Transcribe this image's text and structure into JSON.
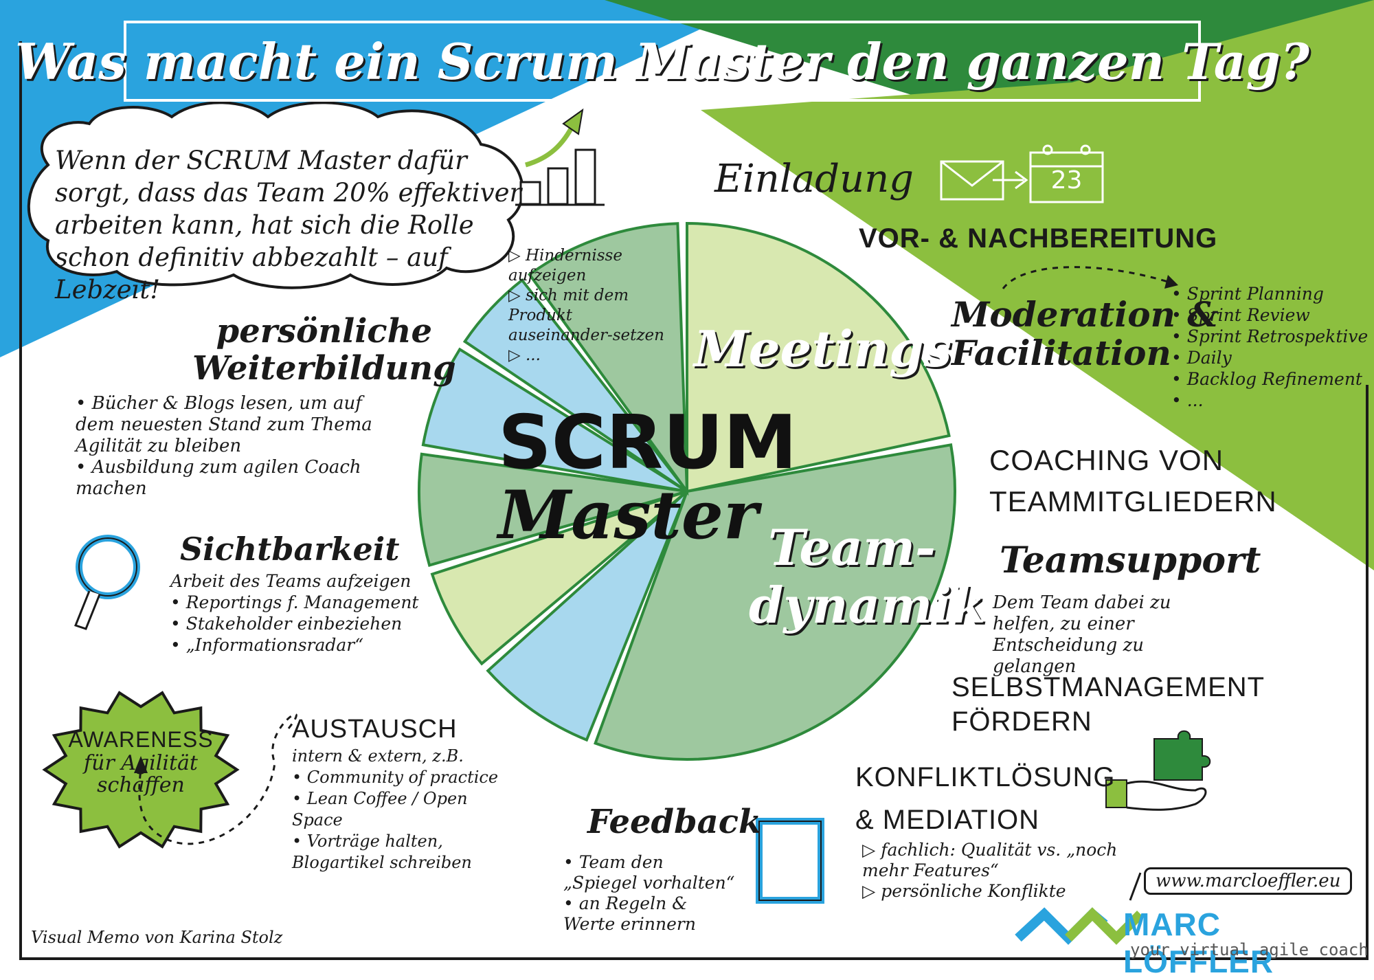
{
  "title": "Was macht ein Scrum Master den ganzen Tag?",
  "cloud_quote": "Wenn der SCRUM Master dafür sorgt, dass das Team 20% effektiver arbeiten kann, hat sich die Rolle schon definitiv abbezahlt – auf Lebzeit!",
  "center": {
    "line1": "SCRUM",
    "line2": "Master"
  },
  "segments": {
    "meetings": "Meetings",
    "team_line1": "Team-",
    "team_line2": "dynamik"
  },
  "segment_notes": [
    "Hindernisse aufzeigen",
    "sich mit dem Produkt auseinander-setzen",
    "..."
  ],
  "einladung": "Einladung",
  "calendar_day": "23",
  "vor_nach": "VOR- & NACHBEREITUNG",
  "moderation": {
    "line1": "Moderation &",
    "line2": "Facilitation"
  },
  "meeting_list": [
    "Sprint Planning",
    "Sprint Review",
    "Sprint Retrospektive",
    "Daily",
    "Backlog Refinement",
    "..."
  ],
  "coaching": {
    "line1": "COACHING VON",
    "line2": "TEAMMITGLIEDERN"
  },
  "teamsupport": {
    "title": "Teamsupport",
    "text": "Dem Team dabei zu helfen, zu einer Entscheidung zu gelangen"
  },
  "selbstmanagement": {
    "line1": "SELBSTMANAGEMENT",
    "line2": "FÖRDERN"
  },
  "konflikt": {
    "line1": "KONFLIKTLÖSUNG",
    "line2": "& MEDIATION",
    "items": [
      "fachlich: Qualität vs. „noch mehr Features“",
      "persönliche Konflikte"
    ]
  },
  "weiterbildung": {
    "line1": "persönliche",
    "line2": "Weiterbildung",
    "items": [
      "Bücher & Blogs lesen, um auf dem neuesten Stand zum Thema Agilität zu bleiben",
      "Ausbildung zum agilen Coach machen"
    ]
  },
  "sichtbarkeit": {
    "title": "Sichtbarkeit",
    "subtitle": "Arbeit des Teams aufzeigen",
    "items": [
      "Reportings f. Management",
      "Stakeholder einbeziehen",
      "„Informationsradar“"
    ]
  },
  "awareness": {
    "line1": "AWARENESS",
    "line2": "für Agilität",
    "line3": "schaffen"
  },
  "austausch": {
    "title": "AUSTAUSCH",
    "subtitle": "intern & extern, z.B.",
    "items": [
      "Community of practice",
      "Lean Coffee / Open Space",
      "Vorträge halten, Blogartikel schreiben"
    ]
  },
  "feedback": {
    "title": "Feedback",
    "items": [
      "Team den „Spiegel vorhalten“",
      "an Regeln & Werte erinnern"
    ]
  },
  "credit": "Visual Memo von Karina Stolz",
  "url": "www.marcloeffler.eu",
  "brand": {
    "name": "MARC LÖFFLER",
    "tagline": "your virtual agile coach"
  },
  "colors": {
    "blue": "#2aa3de",
    "dark_green": "#2e8a3c",
    "lime": "#8cbf3f",
    "pale_green": "#d8e8b0",
    "mid_green": "#9ec89f",
    "light_blue": "#a8d8ee"
  }
}
